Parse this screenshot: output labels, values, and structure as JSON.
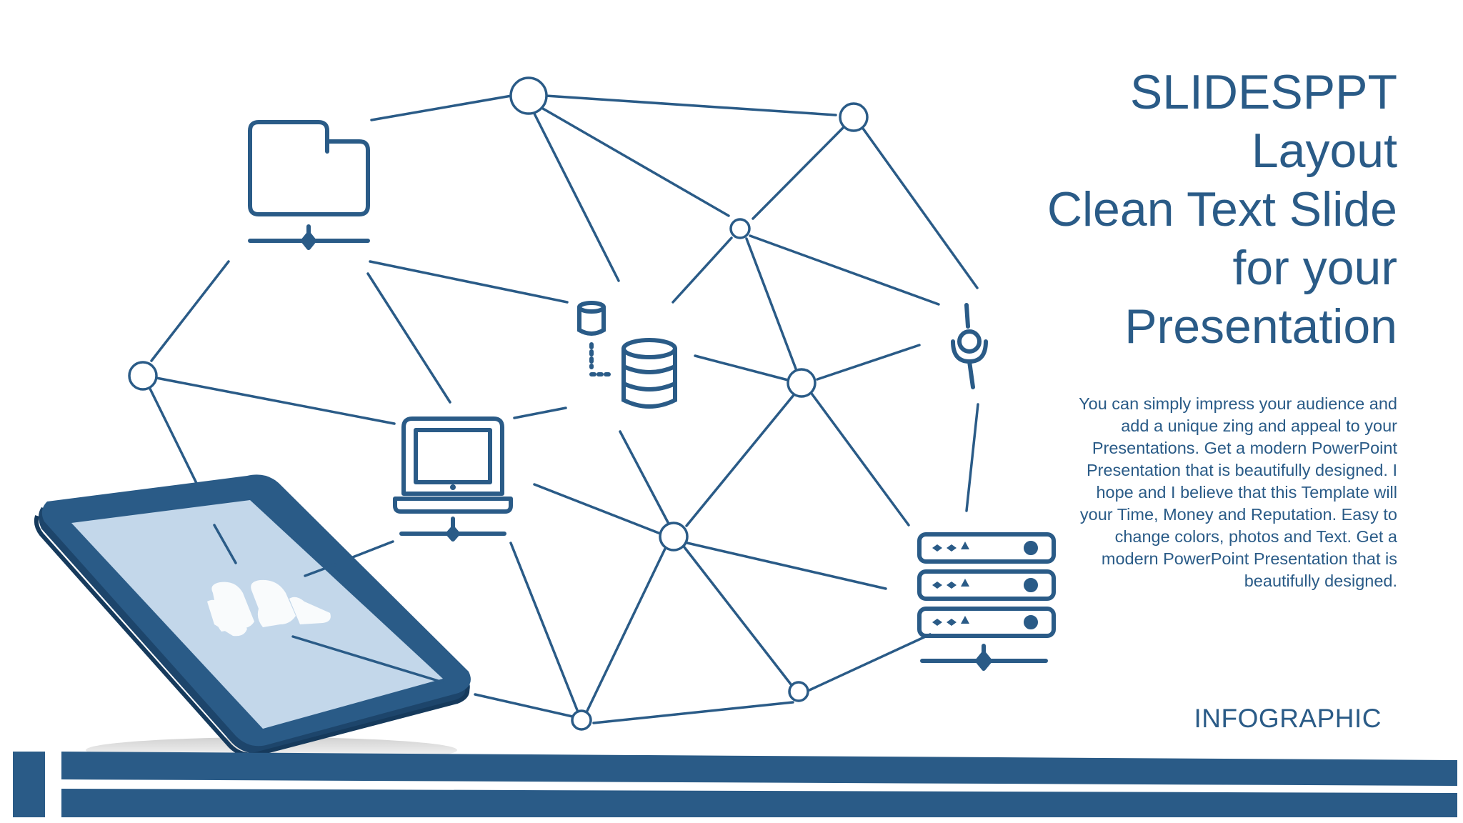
{
  "slide": {
    "title_lines": [
      "SLIDESPPT",
      "Layout",
      "Clean Text Slide",
      "for your",
      "Presentation"
    ],
    "body": "You can simply impress your audience and add a unique zing and appeal to your Presentations. Get a modern PowerPoint  Presentation that is beautifully designed. I hope and I believe that this Template will your Time, Money and Reputation. Easy to change colors, photos and Text. Get a modern PowerPoint Presentation that is beautifully designed.",
    "tag": "INFOGRAPHIC"
  },
  "colors": {
    "primary": "#2a5b87",
    "tablet_screen": "#c3d7ea",
    "background": "#ffffff"
  },
  "icons": [
    "folder-network-icon",
    "database-icon",
    "laptop-network-icon",
    "server-network-icon",
    "person-node-icon",
    "tablet-device",
    "users-icon"
  ]
}
